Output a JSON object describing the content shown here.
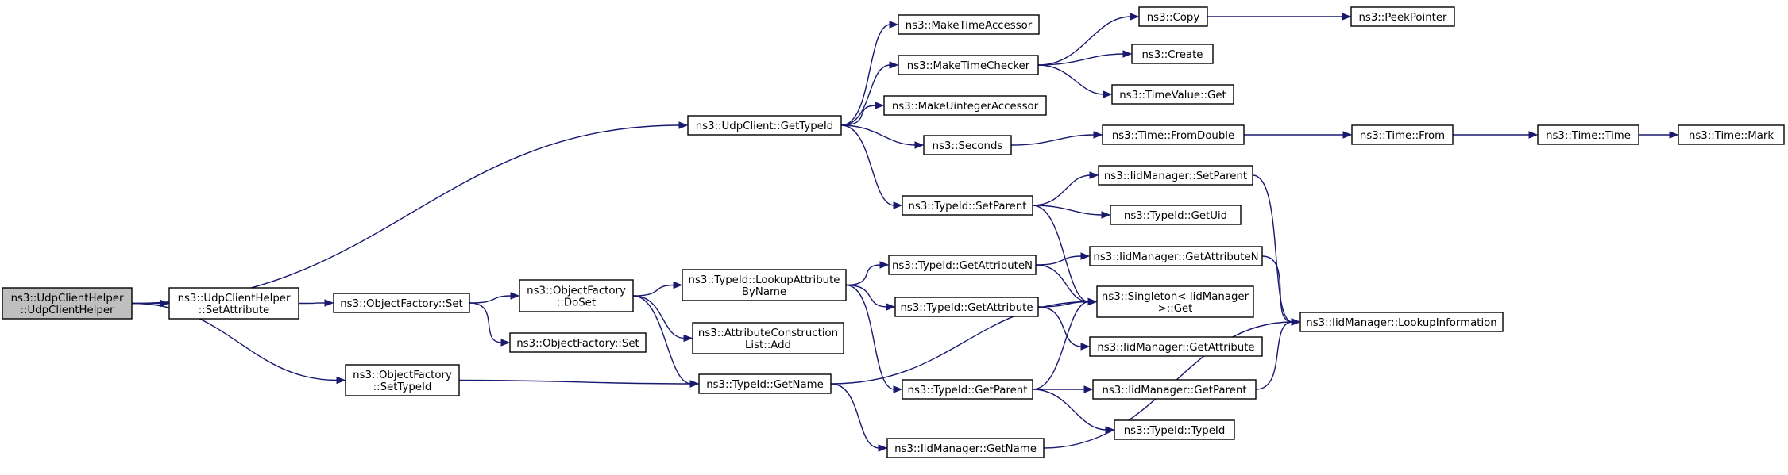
{
  "graph": {
    "edge_color": "#191970",
    "root_fill": "#bfbfbf",
    "nodes": [
      {
        "id": "root",
        "lines": [
          "ns3::UdpClientHelper",
          "::UdpClientHelper"
        ],
        "root": true
      },
      {
        "id": "setattr",
        "lines": [
          "ns3::UdpClientHelper",
          "::SetAttribute"
        ]
      },
      {
        "id": "ofset",
        "lines": [
          "ns3::ObjectFactory::Set"
        ]
      },
      {
        "id": "ofdoset",
        "lines": [
          "ns3::ObjectFactory",
          "::DoSet"
        ]
      },
      {
        "id": "ofset2",
        "lines": [
          "ns3::ObjectFactory::Set"
        ]
      },
      {
        "id": "ofsettypeid",
        "lines": [
          "ns3::ObjectFactory",
          "::SetTypeId"
        ]
      },
      {
        "id": "gettypeid",
        "lines": [
          "ns3::UdpClient::GetTypeId"
        ]
      },
      {
        "id": "lookupattr",
        "lines": [
          "ns3::TypeId::LookupAttribute",
          "ByName"
        ]
      },
      {
        "id": "acladd",
        "lines": [
          "ns3::AttributeConstruction",
          "List::Add"
        ]
      },
      {
        "id": "tgetname",
        "lines": [
          "ns3::TypeId::GetName"
        ]
      },
      {
        "id": "maketimeacc",
        "lines": [
          "ns3::MakeTimeAccessor"
        ]
      },
      {
        "id": "maketimechk",
        "lines": [
          "ns3::MakeTimeChecker"
        ]
      },
      {
        "id": "makeuintacc",
        "lines": [
          "ns3::MakeUintegerAccessor"
        ]
      },
      {
        "id": "seconds",
        "lines": [
          "ns3::Seconds"
        ]
      },
      {
        "id": "tsetparent",
        "lines": [
          "ns3::TypeId::SetParent"
        ]
      },
      {
        "id": "tgetattrn",
        "lines": [
          "ns3::TypeId::GetAttributeN"
        ]
      },
      {
        "id": "tgetattr",
        "lines": [
          "ns3::TypeId::GetAttribute"
        ]
      },
      {
        "id": "tgetparent",
        "lines": [
          "ns3::TypeId::GetParent"
        ]
      },
      {
        "id": "iidgetname",
        "lines": [
          "ns3::IidManager::GetName"
        ]
      },
      {
        "id": "copy",
        "lines": [
          "ns3::Copy"
        ]
      },
      {
        "id": "create",
        "lines": [
          "ns3::Create"
        ]
      },
      {
        "id": "tvget",
        "lines": [
          "ns3::TimeValue::Get"
        ]
      },
      {
        "id": "fromdouble",
        "lines": [
          "ns3::Time::FromDouble"
        ]
      },
      {
        "id": "iidsetparent",
        "lines": [
          "ns3::IidManager::SetParent"
        ]
      },
      {
        "id": "tgetuid",
        "lines": [
          "ns3::TypeId::GetUid"
        ]
      },
      {
        "id": "iidgetattrn",
        "lines": [
          "ns3::IidManager::GetAttributeN"
        ]
      },
      {
        "id": "singleton",
        "lines": [
          "ns3::Singleton< IidManager",
          " >::Get"
        ]
      },
      {
        "id": "iidgetattr",
        "lines": [
          "ns3::IidManager::GetAttribute"
        ]
      },
      {
        "id": "iidgetparent",
        "lines": [
          "ns3::IidManager::GetParent"
        ]
      },
      {
        "id": "ttypeid",
        "lines": [
          "ns3::TypeId::TypeId"
        ]
      },
      {
        "id": "peek",
        "lines": [
          "ns3::PeekPointer"
        ]
      },
      {
        "id": "timefrom",
        "lines": [
          "ns3::Time::From"
        ]
      },
      {
        "id": "lookupinfo",
        "lines": [
          "ns3::IidManager::LookupInformation"
        ]
      },
      {
        "id": "timetime",
        "lines": [
          "ns3::Time::Time"
        ]
      },
      {
        "id": "timemark",
        "lines": [
          "ns3::Time::Mark"
        ]
      }
    ],
    "edges": [
      [
        "root",
        "gettypeid"
      ],
      [
        "root",
        "setattr"
      ],
      [
        "root",
        "ofsettypeid"
      ],
      [
        "setattr",
        "ofset"
      ],
      [
        "ofset",
        "ofdoset"
      ],
      [
        "ofset",
        "ofset2"
      ],
      [
        "ofdoset",
        "lookupattr"
      ],
      [
        "ofdoset",
        "acladd"
      ],
      [
        "ofdoset",
        "tgetname"
      ],
      [
        "ofsettypeid",
        "tgetname"
      ],
      [
        "gettypeid",
        "maketimeacc"
      ],
      [
        "gettypeid",
        "maketimechk"
      ],
      [
        "gettypeid",
        "makeuintacc"
      ],
      [
        "gettypeid",
        "seconds"
      ],
      [
        "gettypeid",
        "tsetparent"
      ],
      [
        "lookupattr",
        "tgetattrn"
      ],
      [
        "lookupattr",
        "tgetattr"
      ],
      [
        "lookupattr",
        "tgetparent"
      ],
      [
        "tgetname",
        "singleton"
      ],
      [
        "tgetname",
        "iidgetname"
      ],
      [
        "maketimechk",
        "copy"
      ],
      [
        "maketimechk",
        "create"
      ],
      [
        "maketimechk",
        "tvget"
      ],
      [
        "seconds",
        "fromdouble"
      ],
      [
        "tsetparent",
        "iidsetparent"
      ],
      [
        "tsetparent",
        "tgetuid"
      ],
      [
        "tsetparent",
        "singleton"
      ],
      [
        "tgetattrn",
        "iidgetattrn"
      ],
      [
        "tgetattrn",
        "singleton"
      ],
      [
        "tgetattr",
        "singleton"
      ],
      [
        "tgetattr",
        "iidgetattr"
      ],
      [
        "tgetparent",
        "singleton"
      ],
      [
        "tgetparent",
        "iidgetparent"
      ],
      [
        "tgetparent",
        "ttypeid"
      ],
      [
        "iidgetname",
        "lookupinfo"
      ],
      [
        "copy",
        "peek"
      ],
      [
        "fromdouble",
        "timefrom"
      ],
      [
        "iidsetparent",
        "lookupinfo"
      ],
      [
        "iidgetattrn",
        "lookupinfo"
      ],
      [
        "iidgetparent",
        "lookupinfo"
      ],
      [
        "timefrom",
        "timetime"
      ],
      [
        "timetime",
        "timemark"
      ]
    ]
  }
}
